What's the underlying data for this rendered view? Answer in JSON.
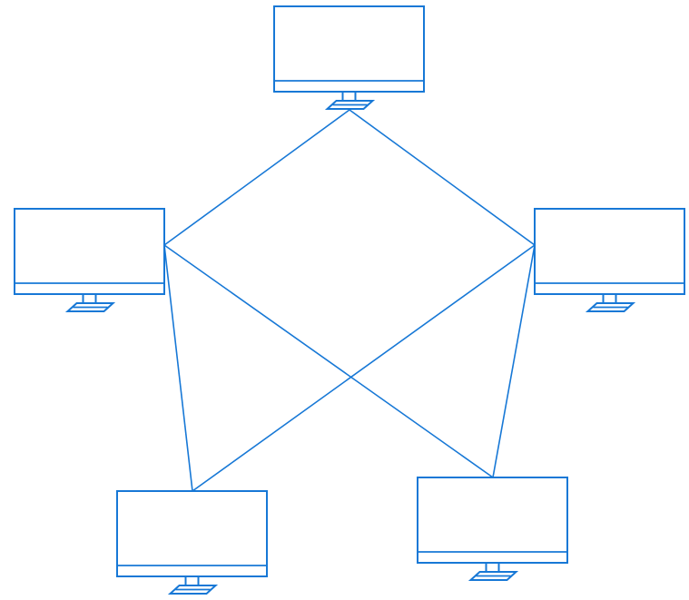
{
  "diagram": {
    "type": "network-topology",
    "accent_color": "#1778d6",
    "background_color": "#ffffff",
    "node_icon": "monitor-icon",
    "nodes": [
      {
        "id": "top"
      },
      {
        "id": "left"
      },
      {
        "id": "right"
      },
      {
        "id": "bottom-left"
      },
      {
        "id": "bottom-right"
      }
    ],
    "edges": [
      {
        "from": "top",
        "to": "left"
      },
      {
        "from": "top",
        "to": "right"
      },
      {
        "from": "left",
        "to": "bottom-left"
      },
      {
        "from": "left",
        "to": "bottom-right"
      },
      {
        "from": "right",
        "to": "bottom-left"
      },
      {
        "from": "right",
        "to": "bottom-right"
      }
    ]
  }
}
